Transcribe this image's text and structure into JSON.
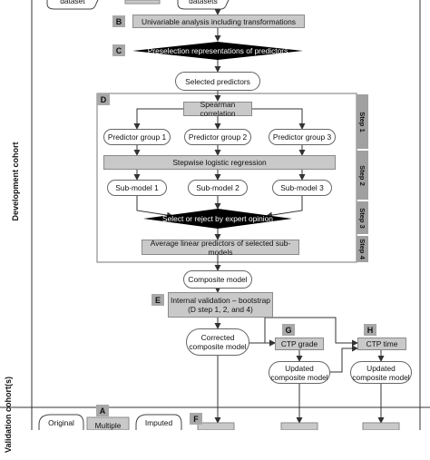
{
  "sections": {
    "development": "Development cohort",
    "validation": "Validation cohort(s)"
  },
  "top": {
    "dataset_left": "dataset",
    "dataset_right": "datasets"
  },
  "badges": {
    "b": "B",
    "c": "C",
    "d": "D",
    "e": "E",
    "g": "G",
    "h": "H",
    "a": "A",
    "f": "F"
  },
  "nodes": {
    "univariable": "Univariable analysis including transformations",
    "preselection": "Preselection representations of predictors",
    "selected_predictors": "Selected predictors",
    "spearman": "Spearman correlation",
    "group1": "Predictor group 1",
    "group2": "Predictor group 2",
    "group3": "Predictor group 3",
    "stepwise": "Stepwise logistic regression",
    "sub1": "Sub-model 1",
    "sub2": "Sub-model 2",
    "sub3": "Sub-model 3",
    "select_reject": "Select or reject by expert opinion",
    "average": "Average linear predictors of selected sub-models",
    "composite": "Composite model",
    "internal": "Internal validation – bootstrap\n(D step 1, 2, and 4)",
    "corrected": "Corrected\ncomposite model",
    "ctp_grade": "CTP grade",
    "ctp_time": "CTP time",
    "updated_g": "Updated\ncomposite model",
    "updated_h": "Updated\ncomposite model",
    "original": "Original",
    "multiple": "Multiple",
    "imputed": "Imputed"
  },
  "steps": {
    "s1": "Step 1",
    "s2": "Step 2",
    "s3": "Step 3",
    "s4": "Step 4"
  }
}
